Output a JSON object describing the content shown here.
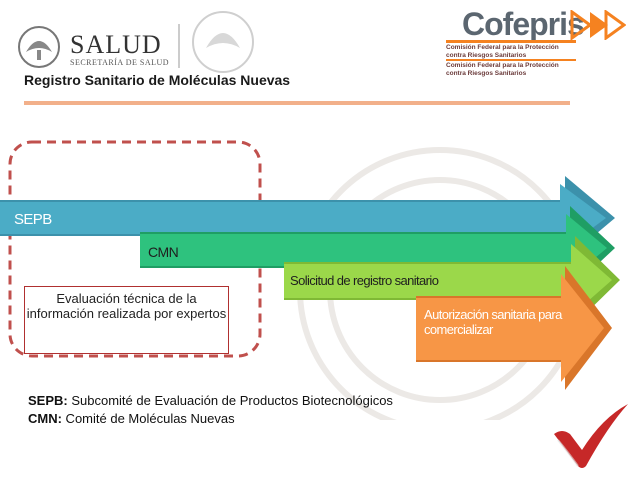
{
  "header": {
    "salud_logo_text": "SALUD",
    "salud_logo_subtitle": "SECRETARÍA DE SALUD",
    "cofepris_logo_text": "Cofepris",
    "cofepris_subtitle_1": "Comisión Federal para la Protección contra Riesgos Sanitarios",
    "cofepris_subtitle_2": "Comisión Federal para la Protección contra Riesgos Sanitarios",
    "slide_title": "Registro Sanitario de Moléculas Nuevas"
  },
  "diagram": {
    "stages": [
      {
        "label": "SEPB",
        "color": "#4bacc6"
      },
      {
        "label": "CMN",
        "color": "#2ec27e"
      },
      {
        "label": "Solicitud de registro sanitario",
        "color": "#9bd84a"
      },
      {
        "label": "Autorización sanitaria para comercializar",
        "color": "#f79646"
      }
    ],
    "evaluation_box": "Evaluación técnica de la información realizada por expertos",
    "dashed_color": "#c0504d"
  },
  "legend": {
    "sepb_abbr": "SEPB:",
    "sepb_text": " Subcomité de Evaluación de Productos Biotecnológicos",
    "cmn_abbr": "CMN:",
    "cmn_text": " Comité de Moléculas Nuevas"
  },
  "colors": {
    "divider": "#f2b08a",
    "check": "#c62828"
  }
}
